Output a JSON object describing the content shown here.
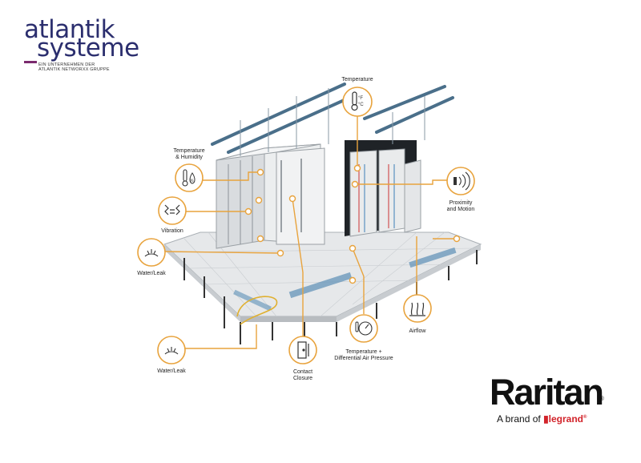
{
  "logo": {
    "line1": "atlantik",
    "line2": "systeme",
    "subtitle_line1": "EIN UNTERNEHMEN DER",
    "subtitle_line2": "ATLANTIK NETWORXX GRUPPE"
  },
  "sensors": [
    {
      "label": "Temperature",
      "icon": "thermometer-fahrenheit-celsius-icon"
    },
    {
      "label": "Temperature\n& Humidity",
      "icon": "thermometer-humidity-icon"
    },
    {
      "label": "Vibration",
      "icon": "vibration-icon"
    },
    {
      "label": "Water/Leak",
      "icon": "water-leak-icon"
    },
    {
      "label": "Water/Leak",
      "icon": "water-leak-icon"
    },
    {
      "label": "Contact\nClosure",
      "icon": "door-contact-icon"
    },
    {
      "label": "Temperature +\nDifferential Air Pressure",
      "icon": "pressure-gauge-icon"
    },
    {
      "label": "Airflow",
      "icon": "airflow-icon"
    },
    {
      "label": "Proximity\nand Motion",
      "icon": "proximity-motion-icon"
    }
  ],
  "brand": {
    "name": "Raritan",
    "registered": "®",
    "tagline_prefix": "A brand of",
    "parent": "legrand",
    "parent_mark": "®"
  },
  "colors": {
    "accent": "#e8a33d",
    "logo": "#2b2e6e",
    "logo_bar": "#7a2a6e",
    "legrand": "#d2232a"
  }
}
